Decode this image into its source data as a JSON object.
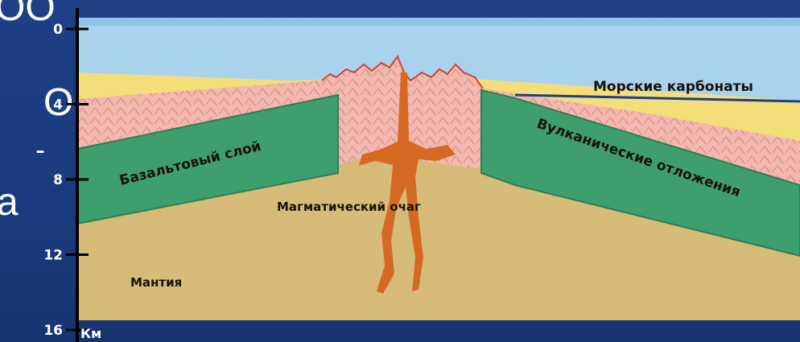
{
  "slide": {
    "edge_text": [
      "ОО",
      "О",
      "-",
      "а"
    ]
  },
  "diagram": {
    "depth_axis": {
      "ticks": [
        "0",
        "4",
        "8",
        "12",
        "16"
      ],
      "unit": "Км"
    },
    "labels": {
      "marine_carbonates": "Морские карбонаты",
      "volcanic_deposits": "Вулканические отложения",
      "basalt_layer": "Базальтовый слой",
      "magma_chamber": "Магматический очаг",
      "mantle": "Мантия"
    },
    "colors": {
      "sea": "#a9d3ec",
      "sand": "#f3de79",
      "volcanic": "#f2b8b0",
      "basalt": "#3f9f6c",
      "mantle": "#d6bb79",
      "magma": "#d46a22",
      "background": "#1f3f86"
    }
  }
}
